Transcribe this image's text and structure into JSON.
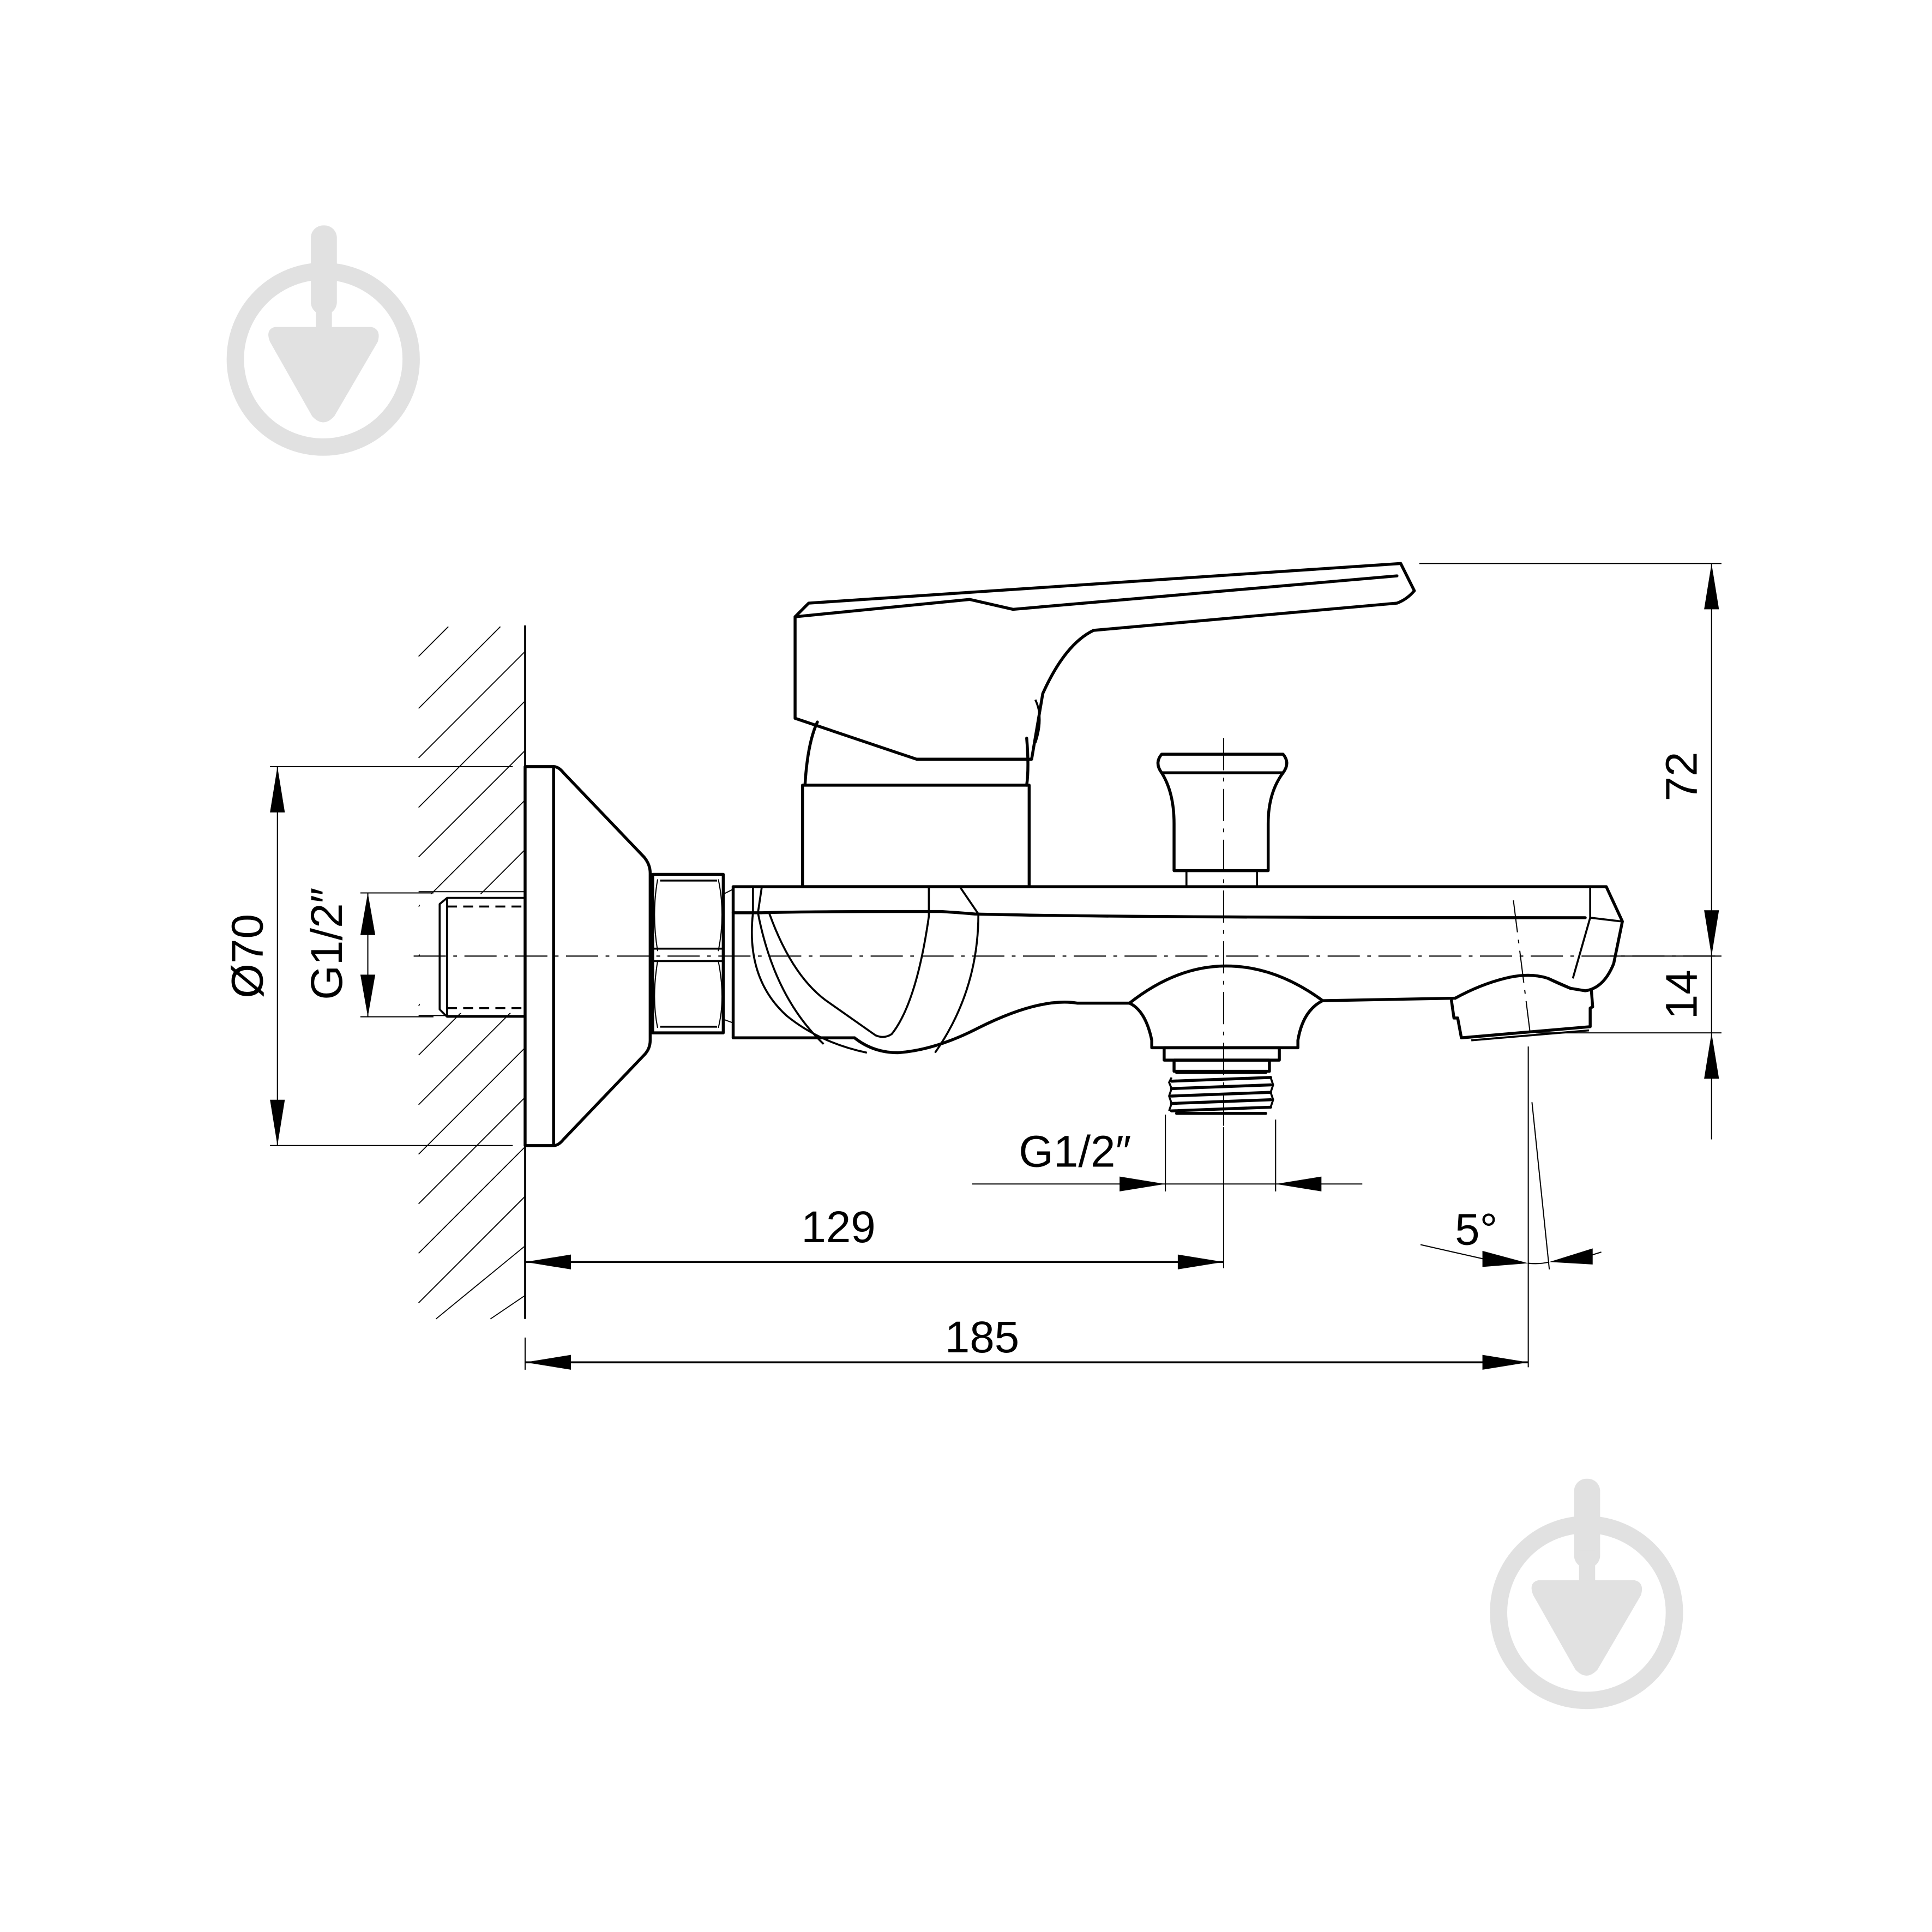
{
  "drawing": {
    "subject": "Wall-mounted single-lever bath mixer, side view",
    "units": "mm",
    "line_color": "#000000",
    "background_color": "#ffffff",
    "watermark_color": "#e1e1e1"
  },
  "dimensions": {
    "escutcheon_diameter": "Ø70",
    "inlet_thread": "G1/2″",
    "outlet_thread": "G1/2″",
    "wall_to_outlet_axis": "129",
    "wall_to_spout_tip": "185",
    "spout_angle": "5°",
    "height_above_axis": "72",
    "spout_below_axis": "14"
  },
  "watermarks": [
    {
      "name": "top-left-logo",
      "icon": "trowel-in-circle-icon"
    },
    {
      "name": "bottom-right-logo",
      "icon": "trowel-in-circle-icon"
    }
  ]
}
